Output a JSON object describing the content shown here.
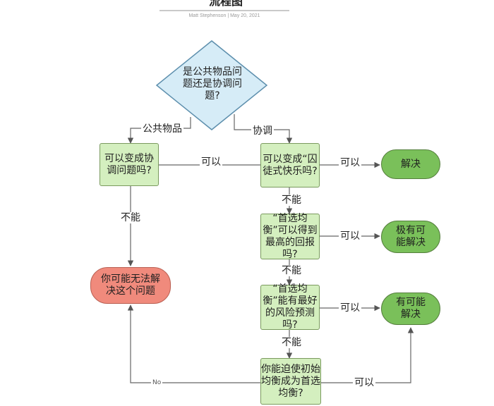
{
  "header": {
    "title": "流程图",
    "byline": "Matt Stephenson  |  May 20, 2021"
  },
  "nodes": {
    "start": "是公共物品问题还是协调问题?",
    "coordination_possible": "可以变成协调问题吗?",
    "prisoners_dilemma": "可以变成“囚徒式快乐吗?",
    "solved": "解决",
    "best_equilibrium": "“首选均衡”可以得到最高的回报吗?",
    "very_possible": "极有可能解决",
    "best_predictable": "“首选均衡”能有最好的风险预测吗?",
    "possible": "有可能解决",
    "force_equilibrium": "你能迫使初始均衡成为首选均衡?",
    "unsolvable": "你可能无法解决这个问题"
  },
  "edges": {
    "public_goods": "公共物品",
    "coordination": "协调",
    "yes_to_prisoners": "可以",
    "no_to_unsolvable": "不能",
    "yes_solved": "可以",
    "no_1": "不能",
    "yes_very_possible": "可以",
    "no_2": "不能",
    "yes_possible": "可以",
    "no_3": "不能",
    "yes_force": "可以",
    "no_force": "No"
  }
}
